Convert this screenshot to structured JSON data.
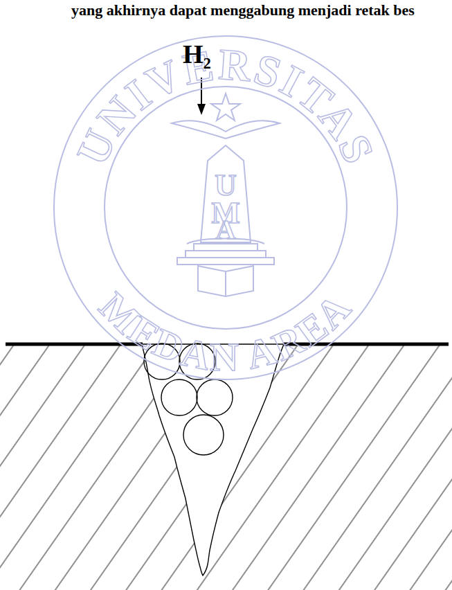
{
  "diagram": {
    "labels": [
      "yang akhirnya dapat menggabung menjadi retak bes",
      "UNIVERSITAS",
      "U",
      "M",
      "A",
      "MEDAN AREA",
      "H₂"
    ]
  }
}
